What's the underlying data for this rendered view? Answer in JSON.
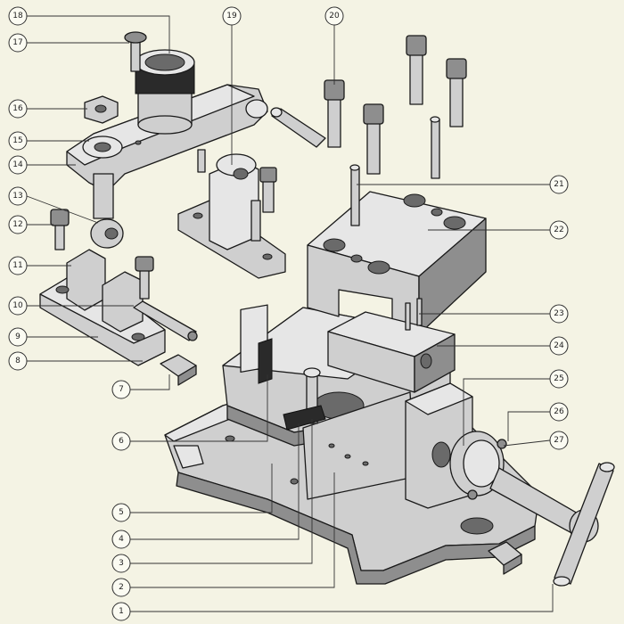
{
  "diagram": {
    "callouts": [
      {
        "id": "c18",
        "label": "18"
      },
      {
        "id": "c17",
        "label": "17"
      },
      {
        "id": "c16",
        "label": "16"
      },
      {
        "id": "c15",
        "label": "15"
      },
      {
        "id": "c14",
        "label": "14"
      },
      {
        "id": "c13",
        "label": "13"
      },
      {
        "id": "c12",
        "label": "12"
      },
      {
        "id": "c11",
        "label": "11"
      },
      {
        "id": "c10",
        "label": "10"
      },
      {
        "id": "c9",
        "label": "9"
      },
      {
        "id": "c8",
        "label": "8"
      },
      {
        "id": "c7",
        "label": "7"
      },
      {
        "id": "c6",
        "label": "6"
      },
      {
        "id": "c5",
        "label": "5"
      },
      {
        "id": "c4",
        "label": "4"
      },
      {
        "id": "c3",
        "label": "3"
      },
      {
        "id": "c2",
        "label": "2"
      },
      {
        "id": "c1",
        "label": "1"
      },
      {
        "id": "c19",
        "label": "19"
      },
      {
        "id": "c20",
        "label": "20"
      },
      {
        "id": "c21",
        "label": "21"
      },
      {
        "id": "c22",
        "label": "22"
      },
      {
        "id": "c23",
        "label": "23"
      },
      {
        "id": "c24",
        "label": "24"
      },
      {
        "id": "c25",
        "label": "25"
      },
      {
        "id": "c26",
        "label": "26"
      },
      {
        "id": "c27",
        "label": "27"
      }
    ],
    "colors": {
      "background": "#f4f3e4",
      "part_fill": "#cfcfcf",
      "outline": "#1a1a1a"
    }
  }
}
